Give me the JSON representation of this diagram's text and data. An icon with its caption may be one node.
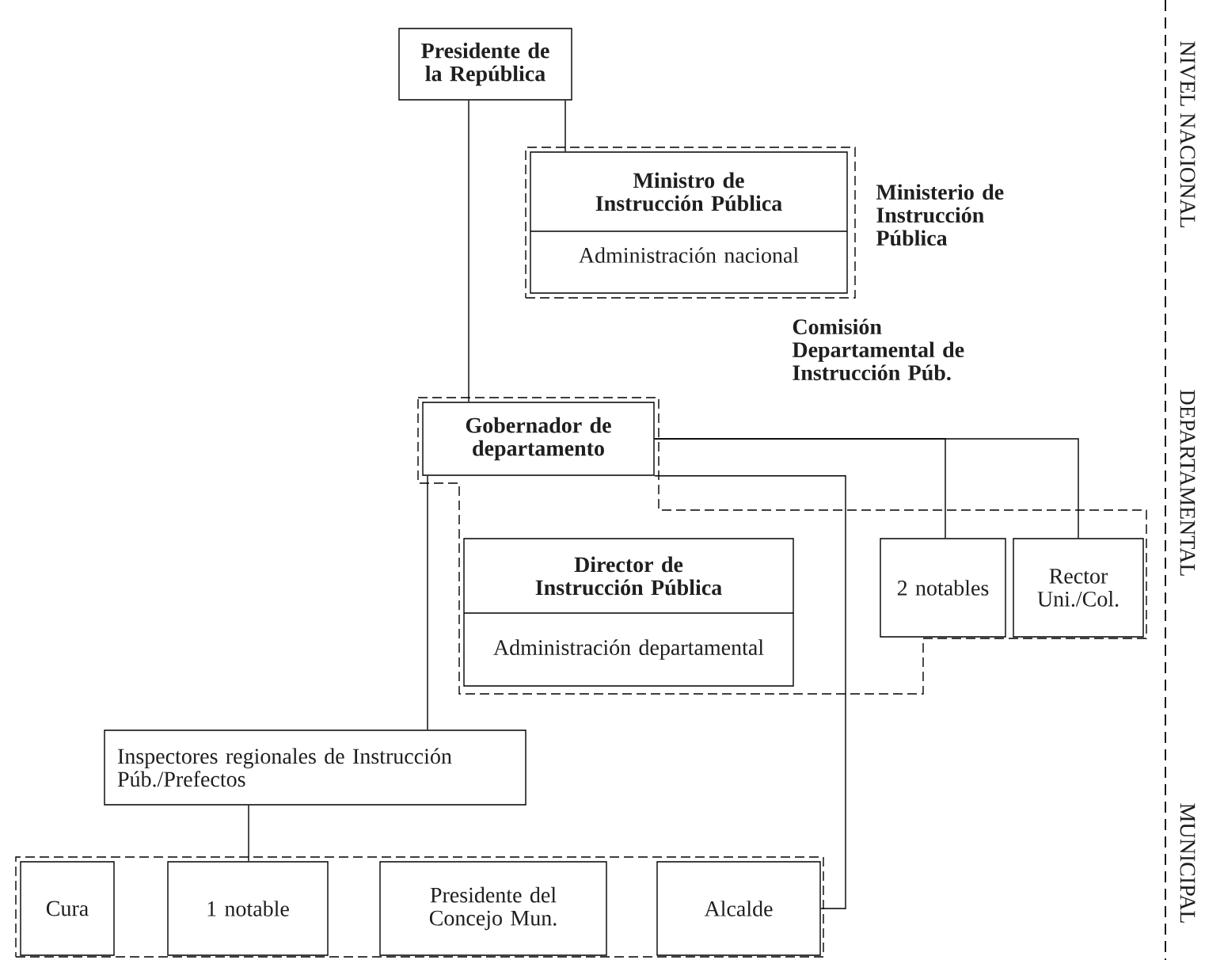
{
  "diagram": {
    "nodes": [
      {
        "text": [
          "Presidente de la República"
        ]
      },
      {
        "text": [
          "Ministerio de Instrucción Pública"
        ]
      },
      {
        "text": [
          "Ministro de Instrucción Pública",
          "Administración nacional"
        ],
        "in": 1
      },
      {
        "text": [
          "Comisión Departamental de Instrucción Púb."
        ]
      },
      {
        "text": [
          "Gobernador de departamento"
        ],
        "in": 3
      },
      {
        "text": [
          "Director de Instrucción Pública",
          "Administración departamental"
        ],
        "in": 3
      },
      {
        "text": [
          "2 notables"
        ],
        "in": 3
      },
      {
        "text": [
          "Rector Uni./Col."
        ],
        "in": 3
      },
      {
        "text": [
          "Inspectores regionales de Instrucción Púb./Prefectos"
        ]
      },
      {
        "text": [],
        "shape": "box"
      },
      {
        "text": [
          "Cura"
        ],
        "in": 9
      },
      {
        "text": [
          "1 notable"
        ],
        "in": 9
      },
      {
        "text": [
          "Presidente del Concejo Mun."
        ],
        "in": 9
      },
      {
        "text": [
          "Alcalde"
        ],
        "in": 9
      }
    ],
    "edges": [
      {
        "from": 0,
        "to": 2,
        "arrow": "none"
      },
      {
        "from": 0,
        "to": 4,
        "arrow": "none"
      },
      {
        "from": 4,
        "to": 6,
        "arrow": "none"
      },
      {
        "from": 4,
        "to": 7,
        "arrow": "none"
      },
      {
        "from": 4,
        "to": 13,
        "arrow": "none"
      },
      {
        "from": 4,
        "to": 8,
        "arrow": "none"
      },
      {
        "from": 8,
        "to": 11,
        "arrow": "none"
      }
    ],
    "labels": [
      "NIVEL NACIONAL",
      "DEPARTAMENTAL",
      "MUNICIPAL"
    ]
  }
}
